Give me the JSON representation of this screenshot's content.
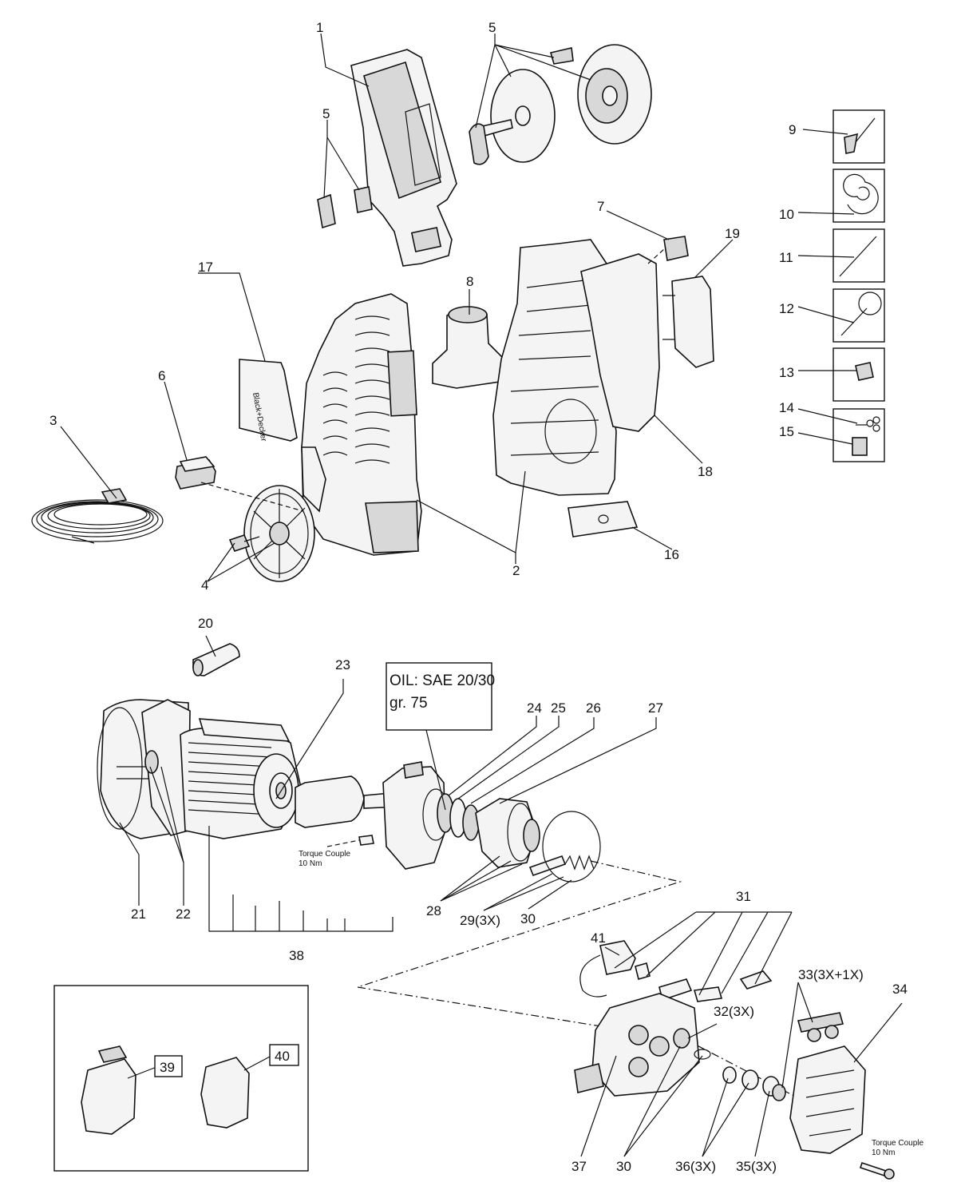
{
  "labels": {
    "p1": "1",
    "p2": "2",
    "p3": "3",
    "p4": "4",
    "p5a": "5",
    "p5b": "5",
    "p6": "6",
    "p7": "7",
    "p8": "8",
    "p9": "9",
    "p10": "10",
    "p11": "11",
    "p12": "12",
    "p13": "13",
    "p14": "14",
    "p15": "15",
    "p16": "16",
    "p17": "17",
    "p18": "18",
    "p19": "19",
    "p20": "20",
    "p21": "21",
    "p22": "22",
    "p23": "23",
    "p24": "24",
    "p25": "25",
    "p26": "26",
    "p27": "27",
    "p28": "28",
    "p29": "29(3X)",
    "p30a": "30",
    "p30b": "30",
    "p31": "31",
    "p32": "32(3X)",
    "p33": "33(3X+1X)",
    "p34": "34",
    "p35": "35(3X)",
    "p36": "36(3X)",
    "p37": "37",
    "p38": "38",
    "p39": "39",
    "p40": "40",
    "p41": "41"
  },
  "notes": {
    "oil_line1": "OIL: SAE 20/30",
    "oil_line2": "gr.  75",
    "torque1_line1": "Torque Couple",
    "torque1_line2": "10 Nm",
    "torque2_line1": "Torque Couple",
    "torque2_line2": "10 Nm"
  },
  "brand_mark": "Black+Decker"
}
